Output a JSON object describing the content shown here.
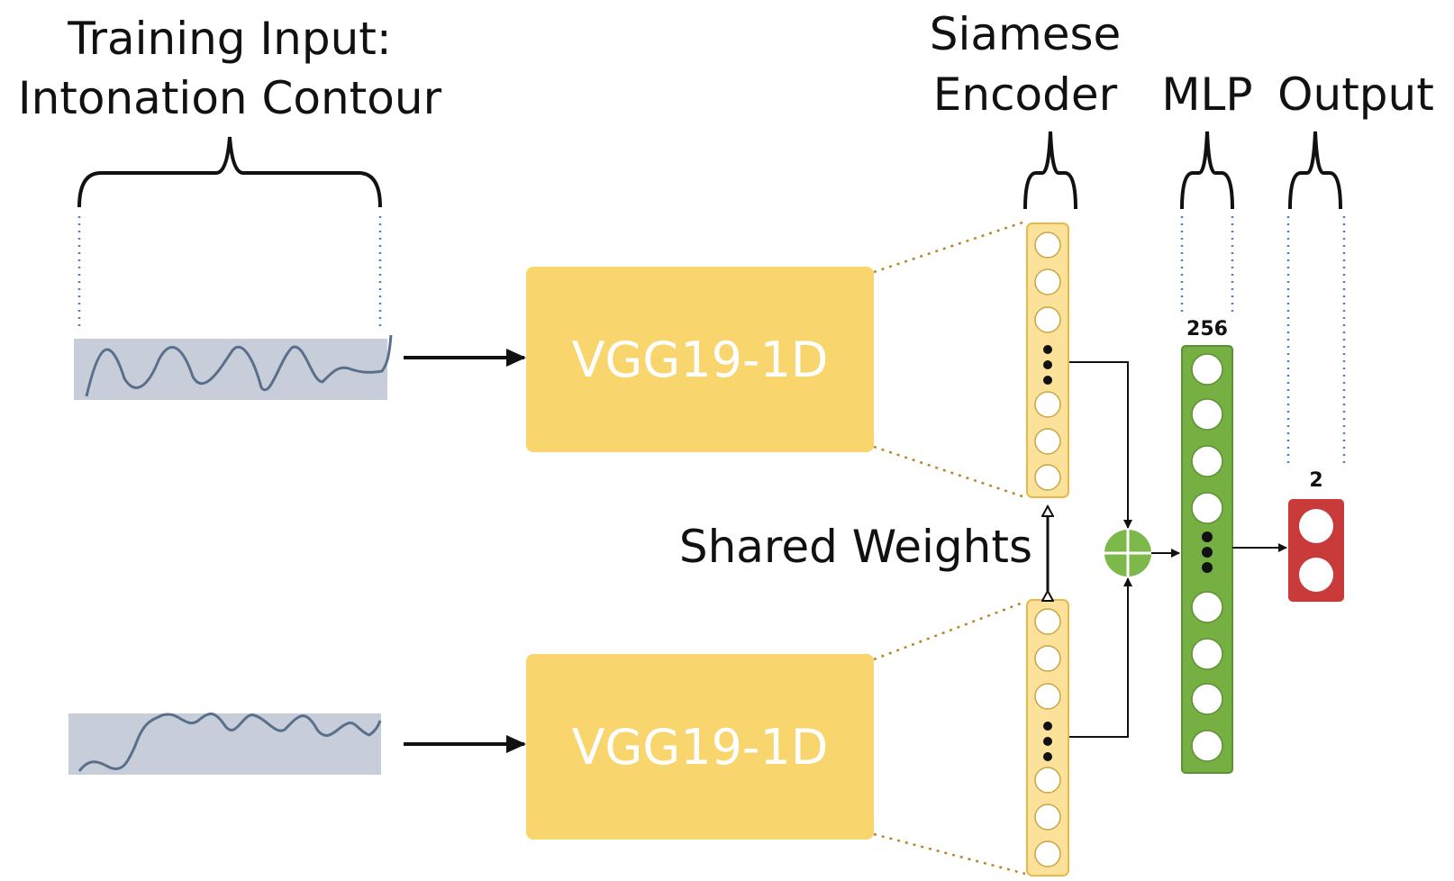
{
  "headings": {
    "training_input_line1": "Training Input:",
    "training_input_line2": "Intonation Contour",
    "siamese_line1": "Siamese",
    "siamese_line2": "Encoder",
    "mlp": "MLP",
    "output": "Output"
  },
  "blocks": {
    "encoder_top": "VGG19-1D",
    "encoder_bottom": "VGG19-1D"
  },
  "shared_weights": "Shared Weights",
  "layer_sizes": {
    "mlp": "256",
    "output": "2"
  },
  "colors": {
    "encoder_block": "#f9d56e",
    "embedding_fill": "#fbe19a",
    "embedding_stroke": "#e6b94a",
    "mlp_layer": "#76b043",
    "mlp_stroke": "#5d8f33",
    "output_layer": "#c93a3a",
    "concat_node": "#7cb84a",
    "contour_bg": "#c7ced9",
    "contour_line": "#5a6f8c",
    "dotted_guide": "#4a7bd6",
    "dotted_connector": "#b8862a"
  }
}
